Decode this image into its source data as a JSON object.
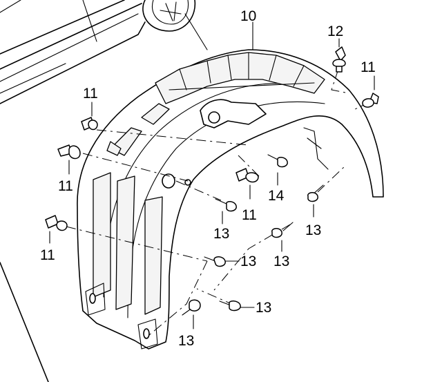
{
  "labels": {
    "liner": "10",
    "clip_top": "12",
    "expanding_rivet_upper_right": "11",
    "expanding_rivet_upper_left": "11",
    "expanding_rivet_left": "11",
    "expanding_rivet_center": "11",
    "expanding_rivet_lower_left": "11",
    "bolt_center": "14",
    "screw_center": "13",
    "screw_right_upper": "13",
    "screw_right_lower": "13",
    "screw_mid": "13",
    "screw_low_mid": "13",
    "screw_bottom": "13"
  }
}
